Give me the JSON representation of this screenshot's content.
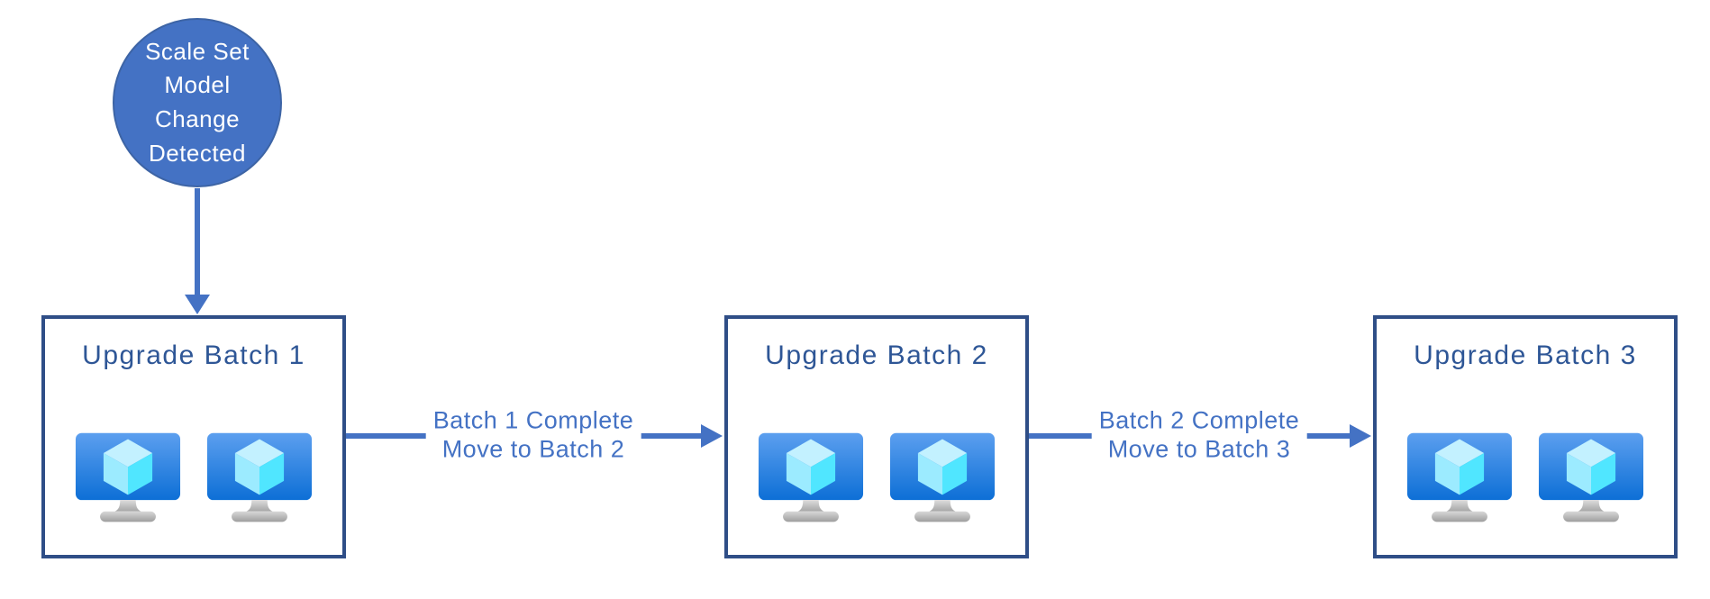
{
  "diagram": {
    "start_node": {
      "label": "Scale Set Model Change Detected"
    },
    "batches": [
      {
        "title": "Upgrade Batch 1",
        "vm_count": 2
      },
      {
        "title": "Upgrade Batch 2",
        "vm_count": 2
      },
      {
        "title": "Upgrade Batch 3",
        "vm_count": 2
      }
    ],
    "transitions": [
      {
        "line1": "Batch 1 Complete",
        "line2": "Move to Batch 2"
      },
      {
        "line1": "Batch 2 Complete",
        "line2": "Move to Batch 3"
      }
    ],
    "icons": {
      "vm": "vm-monitor-cube-icon"
    },
    "colors": {
      "accent_arrow": "#4472C4",
      "circle_fill": "#4472C4",
      "circle_border": "#3D64A5",
      "box_border": "#2F4E87",
      "box_title": "#2E5696",
      "label_text": "#4472C4",
      "screen_top": "#5C9FEF",
      "screen_bottom": "#0D6FD6",
      "cube_top": "#C3F1FF",
      "cube_left": "#9CEBFF",
      "cube_right": "#50E6FF",
      "stand_gray": "#ABABAB"
    }
  }
}
